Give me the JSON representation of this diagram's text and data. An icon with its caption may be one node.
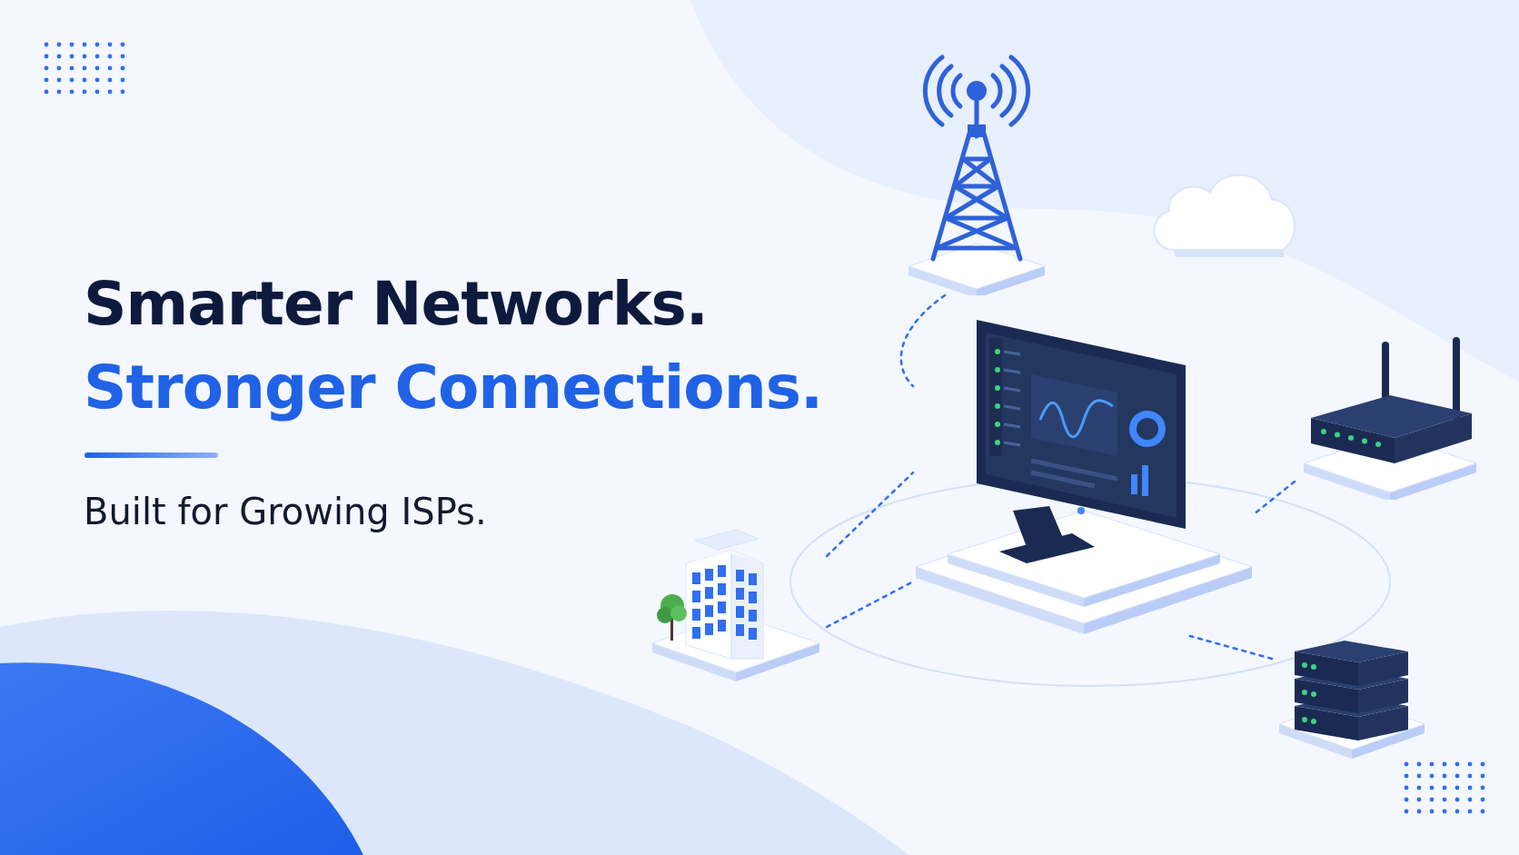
{
  "diagram": {
    "title": "Smarter Networks.",
    "nodes": [
      {
        "text": [],
        "shape": "picture"
      },
      {
        "text": [],
        "shape": "picture"
      },
      {
        "text": [],
        "shape": "picture"
      },
      {
        "text": [],
        "shape": "picture"
      },
      {
        "text": [],
        "shape": "picture"
      }
    ],
    "edges": [
      {
        "from": 0,
        "to": 1,
        "arrow": "none",
        "style": "dashed"
      },
      {
        "from": 3,
        "to": 1,
        "arrow": "none",
        "style": "dashed"
      },
      {
        "from": 3,
        "to": 1,
        "arrow": "none",
        "style": "dashed"
      },
      {
        "from": 2,
        "to": 1,
        "arrow": "none",
        "style": "dashed"
      },
      {
        "from": 4,
        "to": 1,
        "arrow": "none",
        "style": "dashed"
      }
    ],
    "labels": [
      "Stronger Connections.",
      "Built for Growing ISPs."
    ]
  }
}
